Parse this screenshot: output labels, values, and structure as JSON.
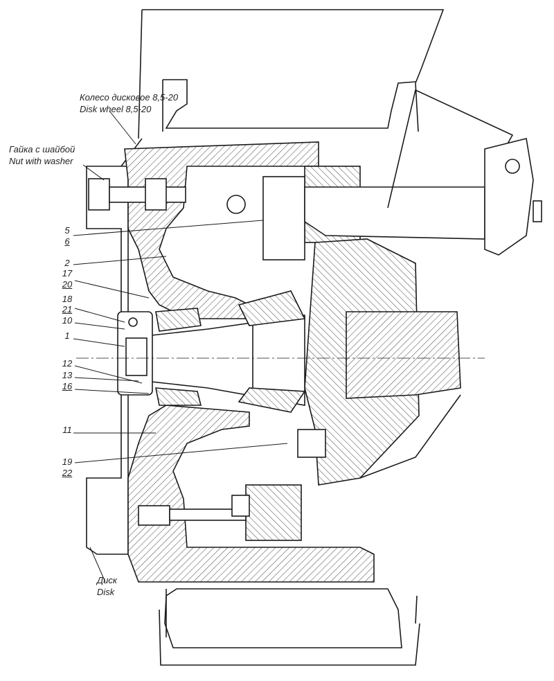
{
  "captions": {
    "wheel_ru": "Колесо дисковое 8,5-20",
    "wheel_en": "Disk wheel 8,5-20",
    "nut_ru": "Гайка с шайбой",
    "nut_en": "Nut with washer",
    "disk_ru": "Диск",
    "disk_en": "Disk"
  },
  "callouts": {
    "n5": "5",
    "n6": "6",
    "n2": "2",
    "n17": "17",
    "n20": "20",
    "n18": "18",
    "n21": "21",
    "n10": "10",
    "n1": "1",
    "n12": "12",
    "n13": "13",
    "n16": "16",
    "n11": "11",
    "n19": "19",
    "n22": "22"
  },
  "colors": {
    "ink": "#1a1a1a",
    "hatch": "#555555",
    "paper": "#ffffff"
  }
}
